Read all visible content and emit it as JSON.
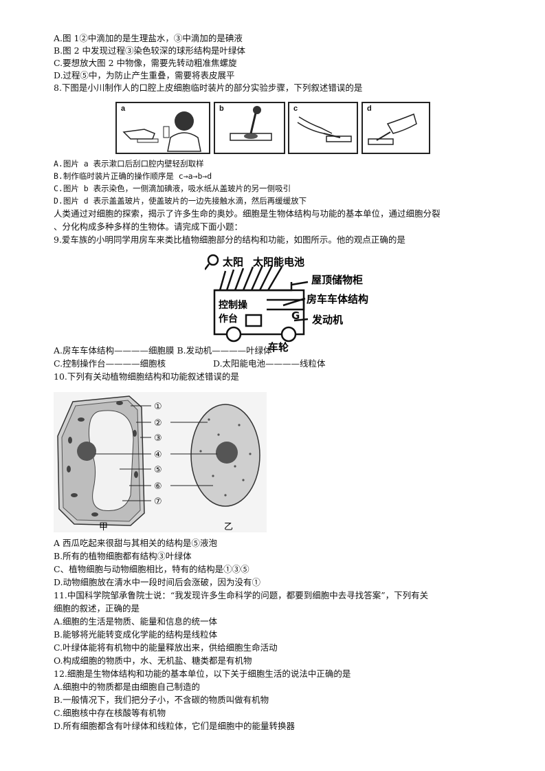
{
  "q7_options": [
    "A.图 1②中滴加的是生理盐水，③中滴加的是碘液",
    "B.图 2 中发现过程③染色较深的球形结构是叶绿体",
    "C.要想放大图 2 中物像，需要先转动粗准焦螺旋",
    "D.过程⑤中，为防止产生重叠，需要将表皮展平"
  ],
  "q8": {
    "stem": "8.下图是小川制作人的口腔上皮细胞临时装片的部分实验步骤，下列叙述错误的是",
    "panels": [
      "a",
      "b",
      "c",
      "d"
    ],
    "options": [
      "A.图片 a 表示漱口后刮口腔内壁轻刮取样",
      "B.制作临时装片正确的操作顺序是 c→a→b→d",
      "C.图片 b 表示染色，一侧滴加碘液，吸水纸从盖玻片的另一侧吸引",
      "D.图片 d 表示盖盖玻片，使盖玻片的一边先接触水滴，然后再缓缓放下"
    ]
  },
  "intro": [
    "人类通过对细胞的探索，揭示了许多生命的奥妙。细胞是生物体结构与功能的基本单位，通过细胞分裂",
    "、分化构成多种多样的生物体。请完成下面小题："
  ],
  "q9": {
    "stem": "9.爱车族的小明同学用房车来类比植物细胞部分的结构和功能，如图所示。他的观点正确的是",
    "labels": {
      "sun": "太阳",
      "panel": "太阳能电池",
      "cabinet": "屋顶储物柜",
      "body": "房车车体结构",
      "console_1": "控制操",
      "console_2": "作台",
      "engine": "发动机",
      "wheel": "车轮"
    },
    "options_row1": "A.房车车体结构————细胞膜 B.发动机————叶绿体",
    "options_row2_c": "C.控制操作台————细胞核",
    "options_row2_d": "D.太阳能电池————线粒体"
  },
  "q10": {
    "stem": "10.下列有关动植物细胞结构和功能叙述错误的是",
    "numbers": [
      "①",
      "②",
      "③",
      "④",
      "⑤",
      "⑥",
      "⑦"
    ],
    "label_jia": "甲",
    "label_yi": "乙",
    "options": [
      "A 西瓜吃起来很甜与其相关的结构是⑤液泡",
      "B.所有的植物细胞都有结构③叶绿体",
      "C、植物细胞与动物细胞相比，特有的结构是①③⑤",
      "D.动物细胞放在清水中一段时间后会涨破，因为没有①"
    ]
  },
  "q11": {
    "stem_1": "11.中国科学院邹承鲁院士说：“我发现许多生命科学的问题，都要到细胞中去寻找答案”，下列有关",
    "stem_2": "细胞的叙述，正确的是",
    "options": [
      "A.细胞的生活是物质、能量和信息的统一体",
      "B.能够将光能转变成化学能的结构是线粒体",
      "C.叶绿体能将有机物中的能量释放出来，供给细胞生命活动",
      "O.构成细胞的物质中，水、无机盐、糖类都是有机物"
    ]
  },
  "q12": {
    "stem": "12.细胞是生物体结构和功能的基本单位，以下关于细胞生活的说法中正确的是",
    "options": [
      "A.细胞中的物质都是由细胞自己制造的",
      "B.一般情况下，我们把分子小，不含碳的物质叫做有机物",
      "C.细胞核中存在核酸等有机物",
      "D.所有细胞都含有叶绿体和线粒体，它们是细胞中的能量转换器"
    ]
  }
}
